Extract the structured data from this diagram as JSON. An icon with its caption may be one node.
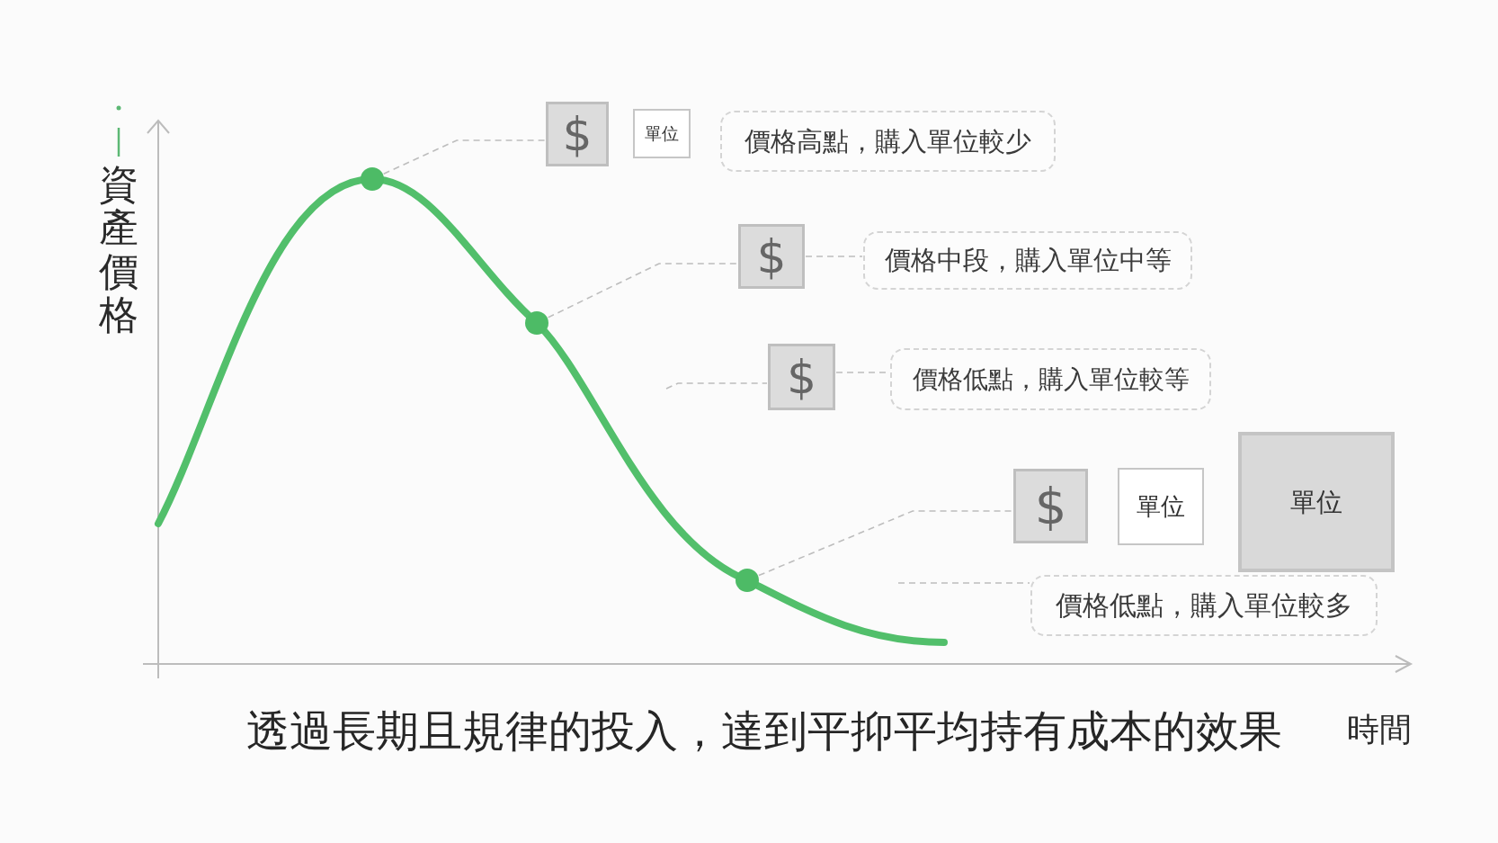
{
  "diagram": {
    "caption": "透過長期且規律的投入，達到平抑平均持有成本的效果",
    "nodes": [
      {
        "text": [
          "$"
        ]
      },
      {
        "text": [
          "單位"
        ]
      },
      {
        "text": [
          "價格高點，購入單位較少"
        ]
      },
      {
        "text": [],
        "shape": "circle"
      },
      {
        "text": [
          "$"
        ]
      },
      {
        "text": [
          "價格中段，購入單位中等"
        ]
      },
      {
        "text": [],
        "shape": "circle"
      },
      {
        "text": [
          "$"
        ]
      },
      {
        "text": [
          "價格低點，購入單位較等"
        ]
      },
      {
        "text": [
          "單位"
        ]
      },
      {
        "text": [
          "$"
        ]
      },
      {
        "text": [
          "單位"
        ]
      },
      {
        "text": [],
        "shape": "circle"
      },
      {
        "text": [
          "價格低點，購入單位較多"
        ]
      }
    ],
    "edges": [
      {
        "from": 3,
        "to": 0,
        "arrow": "none",
        "style": "dashed"
      },
      {
        "from": 6,
        "to": 4,
        "arrow": "none",
        "style": "dashed"
      },
      {
        "from": 4,
        "to": 5,
        "arrow": "none",
        "style": "dashed"
      },
      {
        "from": null,
        "to": 7,
        "arrow": "none",
        "style": "dashed"
      },
      {
        "from": 7,
        "to": 8,
        "arrow": "none",
        "style": "dashed"
      },
      {
        "from": 12,
        "to": 10,
        "arrow": "none",
        "style": "dashed"
      },
      {
        "from": null,
        "to": 13,
        "arrow": "none",
        "style": "dashed"
      }
    ],
    "labels": [
      "資產價格",
      "時間"
    ]
  }
}
